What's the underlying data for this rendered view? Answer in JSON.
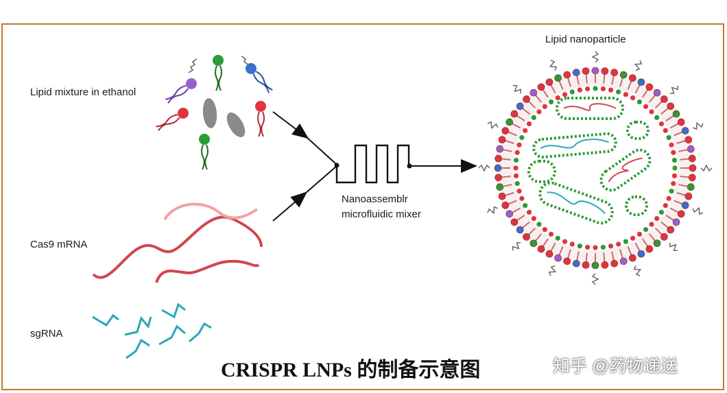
{
  "labels": {
    "lipid_mixture": "Lipid mixture in ethanol",
    "cas9": "Cas9 mRNA",
    "sgrna": "sgRNA",
    "mixer_line1": "Nanoassemblr",
    "mixer_line2": "microfluidic mixer",
    "lnp": "Lipid nanoparticle"
  },
  "caption": "CRISPR LNPs 的制备示意图",
  "watermark": "知乎 @药物递送",
  "colors": {
    "frame": "#c07a2c",
    "lipid_red": "#e0353f",
    "lipid_green": "#2e9a35",
    "lipid_blue": "#3a6fd0",
    "lipid_purple": "#9a5fd0",
    "mrna": "#d0464e",
    "sgrna": "#2aa6b8",
    "cholesterol": "#8a8a8a"
  },
  "icons": [
    "lipid-icon",
    "cholesterol-icon",
    "peg-lipid-icon",
    "mrna-strand-icon",
    "sgrna-strand-icon",
    "flow-arrow-icon",
    "mixer-channel-icon",
    "nanoparticle-icon"
  ]
}
